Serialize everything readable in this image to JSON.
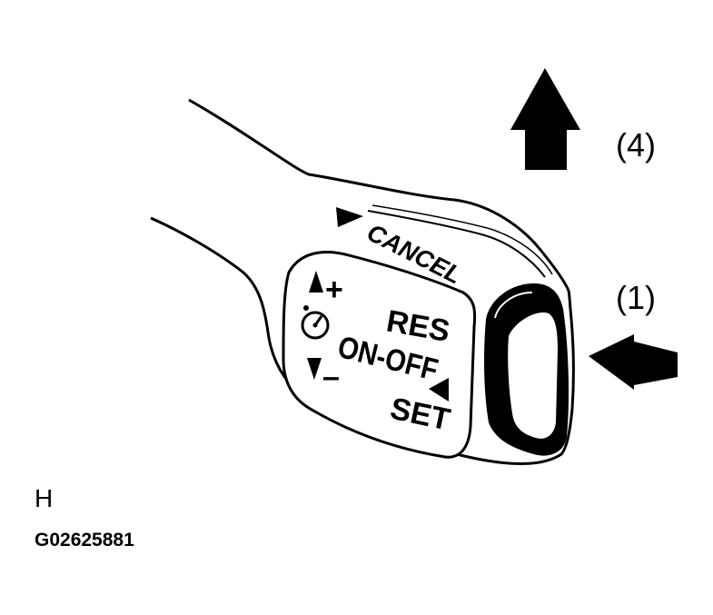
{
  "callouts": {
    "arrow_up": "(4)",
    "arrow_left": "(1)"
  },
  "switch_labels": {
    "cancel": "CANCEL",
    "res": "RES",
    "on_off": "ON-OFF",
    "set": "SET",
    "plus": "+",
    "minus": "–"
  },
  "view_letter": "H",
  "figure_id": "G02625881"
}
